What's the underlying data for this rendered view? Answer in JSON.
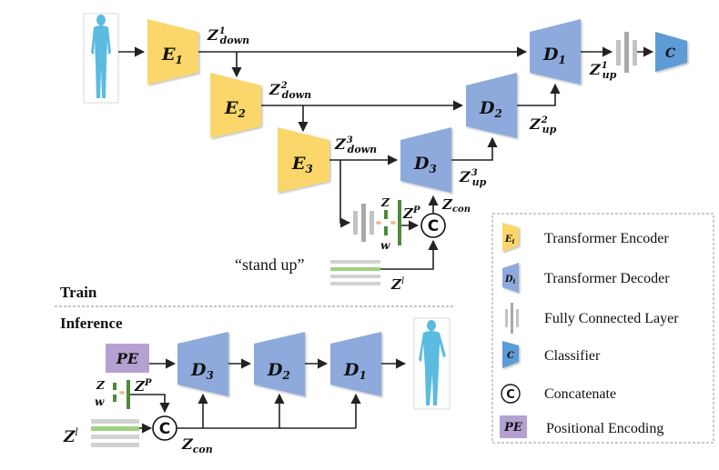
{
  "train_section": {
    "label": "Train",
    "encoders": [
      {
        "name": "E",
        "sub": "1"
      },
      {
        "name": "E",
        "sub": "2"
      },
      {
        "name": "E",
        "sub": "3"
      }
    ],
    "decoders": [
      {
        "name": "D",
        "sub": "1"
      },
      {
        "name": "D",
        "sub": "2"
      },
      {
        "name": "D",
        "sub": "3"
      }
    ],
    "down_features": [
      {
        "name": "Z",
        "sup": "1",
        "sub": "down"
      },
      {
        "name": "Z",
        "sup": "2",
        "sub": "down"
      },
      {
        "name": "Z",
        "sup": "3",
        "sub": "down"
      }
    ],
    "up_features": [
      {
        "name": "Z",
        "sup": "1",
        "sub": "up"
      },
      {
        "name": "Z",
        "sup": "2",
        "sub": "up"
      },
      {
        "name": "Z",
        "sup": "3",
        "sub": "up"
      }
    ],
    "classifier_label": "C",
    "concat_symbol": "C",
    "z_label": "Z",
    "w_label": "w",
    "zp": {
      "name": "Z",
      "sup": "P"
    },
    "zcon": {
      "name": "Z",
      "sub": "con"
    },
    "zl": {
      "name": "Z",
      "sup": "l"
    },
    "text_prompt": "“stand up”"
  },
  "divider_style": "dashed",
  "inference_section": {
    "label": "Inference",
    "pe_label": "PE",
    "decoders": [
      {
        "name": "D",
        "sub": "3"
      },
      {
        "name": "D",
        "sub": "2"
      },
      {
        "name": "D",
        "sub": "1"
      }
    ],
    "z_label": "Z",
    "w_label": "w",
    "zp": {
      "name": "Z",
      "sup": "P"
    },
    "zcon": {
      "name": "Z",
      "sub": "con"
    },
    "zl": {
      "name": "Z",
      "sup": "l"
    },
    "concat_symbol": "C"
  },
  "legend": {
    "items": [
      {
        "icon": "encoder-trapezoid",
        "glyph": "E",
        "glyph_sub": "i",
        "label": "Transformer Encoder",
        "color": "#fbd66a"
      },
      {
        "icon": "decoder-trapezoid",
        "glyph": "D",
        "glyph_sub": "i",
        "label": "Transformer Decoder",
        "color": "#8eaadc"
      },
      {
        "icon": "fc-bars",
        "label": "Fully Connected Layer",
        "color": "#c3c3c3"
      },
      {
        "icon": "classifier-trapezoid",
        "glyph": "C",
        "label": "Classifier",
        "color": "#5b9bd5"
      },
      {
        "icon": "concat-circle",
        "glyph": "C",
        "label": "Concatenate"
      },
      {
        "icon": "pe-box",
        "glyph": "PE",
        "label": "Positional Encoding",
        "color": "#b4a1d1"
      }
    ]
  },
  "colors": {
    "encoder": "#fbd66a",
    "decoder": "#8eaadc",
    "classifier": "#5b9bd5",
    "fc": "#c3c3c3",
    "latent_green": "#4e8a3a",
    "text_bar_green": "#9fd17f",
    "text_bar_gray": "#d2d2d2",
    "positional_encoding": "#b4a1d1",
    "human_mesh": "#5bbbe0"
  }
}
